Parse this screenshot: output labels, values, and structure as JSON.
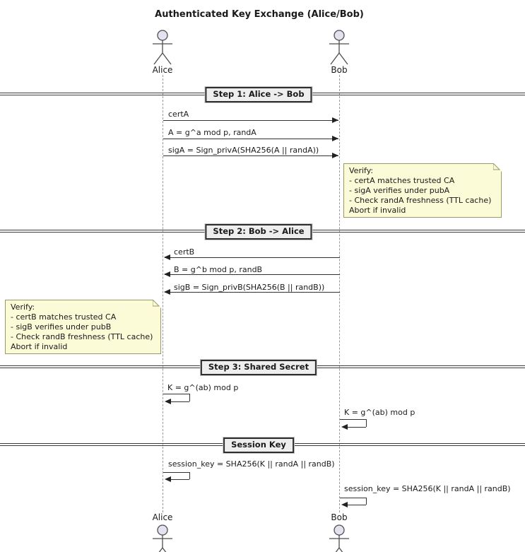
{
  "title": "Authenticated Key Exchange (Alice/Bob)",
  "actors": {
    "left": "Alice",
    "right": "Bob"
  },
  "dividers": [
    {
      "label": "Step 1: Alice -> Bob"
    },
    {
      "label": "Step 2: Bob -> Alice"
    },
    {
      "label": "Step 3: Shared Secret"
    },
    {
      "label": "Session Key"
    }
  ],
  "messages": [
    {
      "label": "certA",
      "from": "Alice",
      "to": "Bob"
    },
    {
      "label": "A = g^a mod p, randA",
      "from": "Alice",
      "to": "Bob"
    },
    {
      "label": "sigA = Sign_privA(SHA256(A || randA))",
      "from": "Alice",
      "to": "Bob"
    },
    {
      "label": "certB",
      "from": "Bob",
      "to": "Alice"
    },
    {
      "label": "B = g^b mod p, randB",
      "from": "Bob",
      "to": "Alice"
    },
    {
      "label": "sigB = Sign_privB(SHA256(B || randB))",
      "from": "Bob",
      "to": "Alice"
    },
    {
      "label": "K = g^(ab) mod p",
      "from": "Alice",
      "to": "Alice"
    },
    {
      "label": "K = g^(ab) mod p",
      "from": "Bob",
      "to": "Bob"
    },
    {
      "label": "session_key = SHA256(K || randA || randB)",
      "from": "Alice",
      "to": "Alice"
    },
    {
      "label": "session_key = SHA256(K || randA || randB)",
      "from": "Bob",
      "to": "Bob"
    }
  ],
  "notes": [
    {
      "side": "right",
      "attached_to": "Bob",
      "lines": [
        "Verify:",
        "- certA matches trusted CA",
        "- sigA verifies under pubA",
        "- Check randA freshness (TTL cache)",
        "Abort if invalid"
      ]
    },
    {
      "side": "left",
      "attached_to": "Alice",
      "lines": [
        "Verify:",
        "- certB matches trusted CA",
        "- sigB verifies under pubB",
        "- Check randB freshness (TTL cache)",
        "Abort if invalid"
      ]
    }
  ],
  "colors": {
    "note_bg": "#FBFBD7",
    "note_border": "#9A9A64",
    "divider_box_bg": "#EEEEEE",
    "divider_border": "#2E2E2E",
    "actor_fill": "#E2E2F0",
    "line": "#323232",
    "lifeline": "#9A9A9A"
  }
}
